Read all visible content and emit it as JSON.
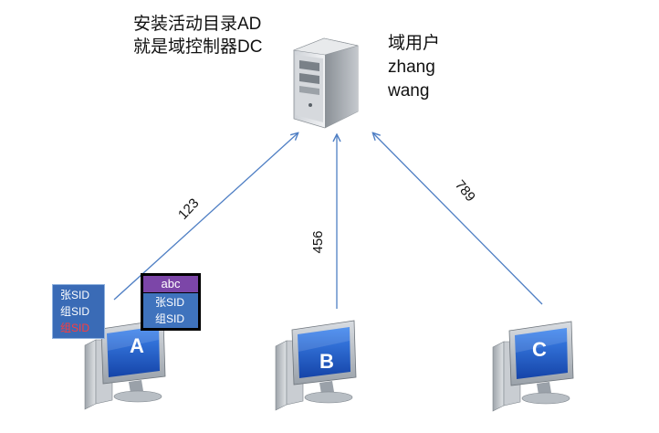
{
  "server_caption": [
    "安装活动目录AD",
    "就是域控制器DC"
  ],
  "domain_users": {
    "title": "域用户",
    "users": [
      "zhang",
      "wang"
    ]
  },
  "links": [
    {
      "label": "123"
    },
    {
      "label": "456"
    },
    {
      "label": "789"
    }
  ],
  "computers": [
    {
      "label": "A"
    },
    {
      "label": "B"
    },
    {
      "label": "C"
    }
  ],
  "sid_card": {
    "lines": [
      "张SID",
      "组SID",
      "组SID"
    ]
  },
  "token": {
    "title": "abc",
    "lines": [
      "张SID",
      "组SID"
    ]
  },
  "colors": {
    "arrow": "#4f7fc4",
    "monitor_blue": "#1e5bc6",
    "token_header": "#7c46a8",
    "sid_card": "#3a6bb6",
    "sid_red": "#ff3b3b"
  }
}
